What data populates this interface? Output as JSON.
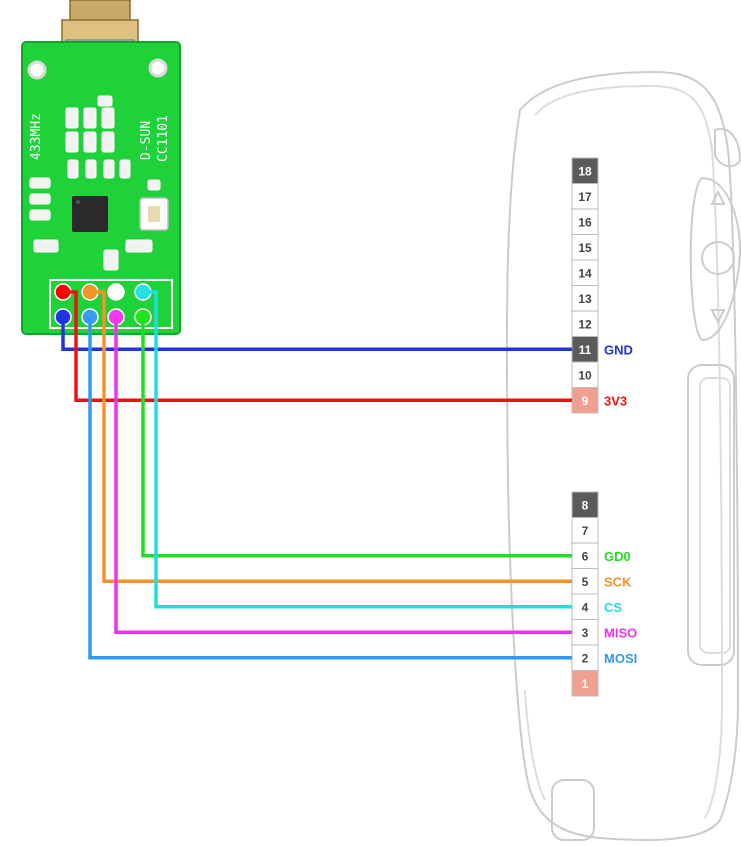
{
  "module": {
    "text_lines": [
      "D-SUN",
      "CC1101"
    ],
    "frequency": "433MHz",
    "board_color": "#1fd23a",
    "connector_pins": [
      {
        "color": "#ff0000"
      },
      {
        "color": "#f5922a"
      },
      {
        "color": "#ffffff"
      },
      {
        "color": "#22e0e6"
      },
      {
        "color": "#2233ee"
      },
      {
        "color": "#3a9cf0"
      },
      {
        "color": "#f03cf0"
      },
      {
        "color": "#1ee61e"
      }
    ]
  },
  "device": {
    "upper_header": [
      {
        "num": "18",
        "style": "dark"
      },
      {
        "num": "17",
        "style": "plain"
      },
      {
        "num": "16",
        "style": "plain"
      },
      {
        "num": "15",
        "style": "plain"
      },
      {
        "num": "14",
        "style": "plain"
      },
      {
        "num": "13",
        "style": "plain"
      },
      {
        "num": "12",
        "style": "plain"
      },
      {
        "num": "11",
        "style": "dark"
      },
      {
        "num": "10",
        "style": "plain"
      },
      {
        "num": "9",
        "style": "salmon"
      }
    ],
    "lower_header": [
      {
        "num": "8",
        "style": "dark"
      },
      {
        "num": "7",
        "style": "plain"
      },
      {
        "num": "6",
        "style": "plain"
      },
      {
        "num": "5",
        "style": "plain"
      },
      {
        "num": "4",
        "style": "plain"
      },
      {
        "num": "3",
        "style": "plain"
      },
      {
        "num": "2",
        "style": "plain"
      },
      {
        "num": "1",
        "style": "salmon"
      }
    ]
  },
  "connections": [
    {
      "signal": "GND",
      "pin": "11",
      "color": "#2233dd"
    },
    {
      "signal": "3V3",
      "pin": "9",
      "color": "#ee1111"
    },
    {
      "signal": "GD0",
      "pin": "6",
      "color": "#22dd22"
    },
    {
      "signal": "SCK",
      "pin": "5",
      "color": "#f5922a"
    },
    {
      "signal": "CS",
      "pin": "4",
      "color": "#22dddd"
    },
    {
      "signal": "MISO",
      "pin": "3",
      "color": "#ee33ee"
    },
    {
      "signal": "MOSI",
      "pin": "2",
      "color": "#3399ee"
    }
  ],
  "colors": {
    "header_dark": "#5a5a5a",
    "header_salmon": "#f0a090",
    "header_plain": "#ffffff",
    "device_outline": "#cccccc"
  }
}
